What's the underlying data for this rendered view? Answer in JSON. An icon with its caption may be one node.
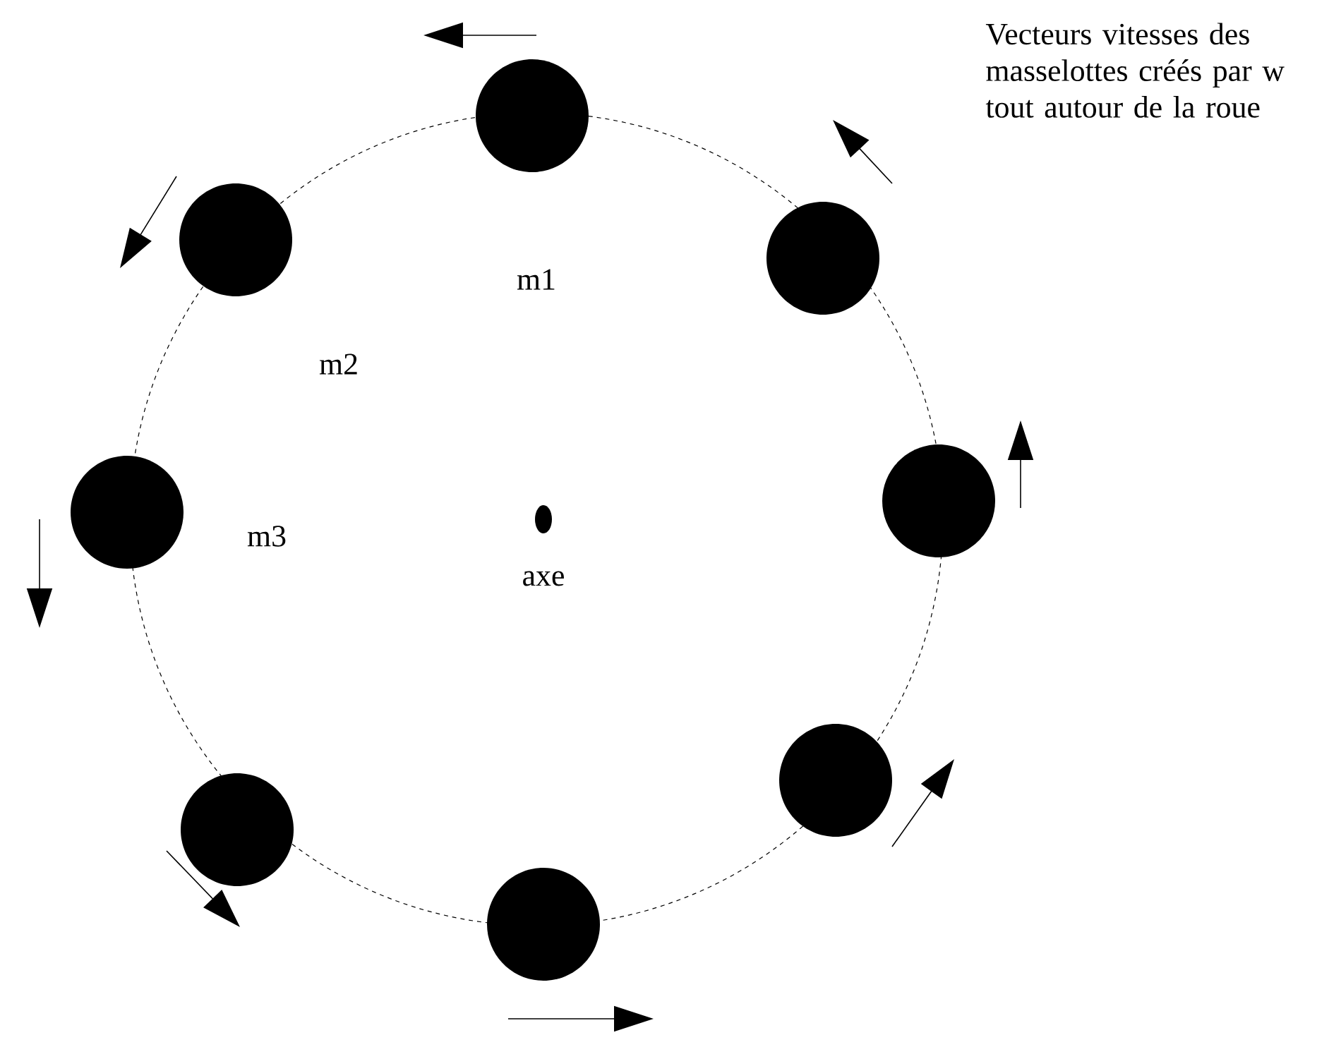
{
  "diagram": {
    "nodes": [
      {
        "text": [],
        "shape": "circle",
        "beside": [
          "m1"
        ]
      },
      {
        "text": [],
        "shape": "circle",
        "beside": [
          "m2"
        ]
      },
      {
        "text": [],
        "shape": "circle"
      },
      {
        "text": [],
        "shape": "circle"
      },
      {
        "text": [],
        "shape": "circle",
        "beside": [
          "m3"
        ]
      },
      {
        "text": [],
        "shape": "circle",
        "beside": [
          "axe"
        ]
      },
      {
        "text": [],
        "shape": "circle"
      },
      {
        "text": [],
        "shape": "circle"
      },
      {
        "text": [],
        "shape": "circle"
      }
    ],
    "labels": [
      "Vecteurs vitesses des masselottes créés par w tout autour de la roue"
    ]
  }
}
